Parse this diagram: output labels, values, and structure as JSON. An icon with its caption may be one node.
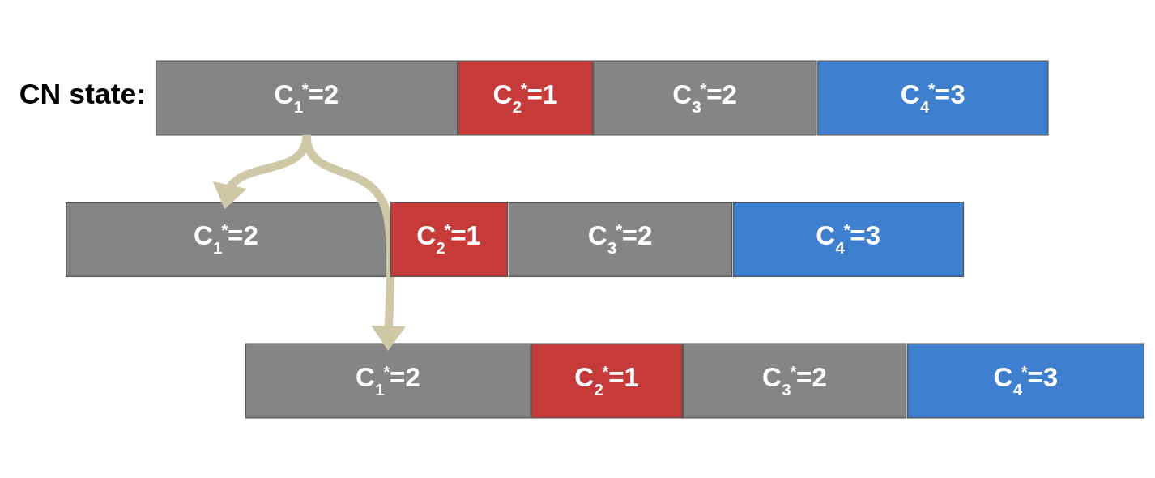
{
  "diagram": {
    "nodes": [
      {
        "text": [
          "C$_{1}$$^{*}$=2"
        ]
      },
      {
        "text": [
          "C$_{2}$$^{*}$=1"
        ]
      },
      {
        "text": [
          "C$_{3}$$^{*}$=2"
        ]
      },
      {
        "text": [
          "C$_{4}$$^{*}$=3"
        ]
      },
      {
        "text": [
          "C$_{1}$$^{*}$=2"
        ]
      },
      {
        "text": [
          "C$_{2}$$^{*}$=1"
        ]
      },
      {
        "text": [
          "C$_{3}$$^{*}$=2"
        ]
      },
      {
        "text": [
          "C$_{4}$$^{*}$=3"
        ]
      },
      {
        "text": [
          "C$_{1}$$^{*}$=2"
        ]
      },
      {
        "text": [
          "C$_{2}$$^{*}$=1"
        ]
      },
      {
        "text": [
          "C$_{3}$$^{*}$=2"
        ]
      },
      {
        "text": [
          "C$_{4}$$^{*}$=3"
        ]
      }
    ],
    "edges": [
      {
        "from": 0,
        "to": 4,
        "arrow": "to"
      },
      {
        "from": 0,
        "to": 8,
        "arrow": "to"
      }
    ],
    "labels": [
      "CN state:"
    ]
  }
}
